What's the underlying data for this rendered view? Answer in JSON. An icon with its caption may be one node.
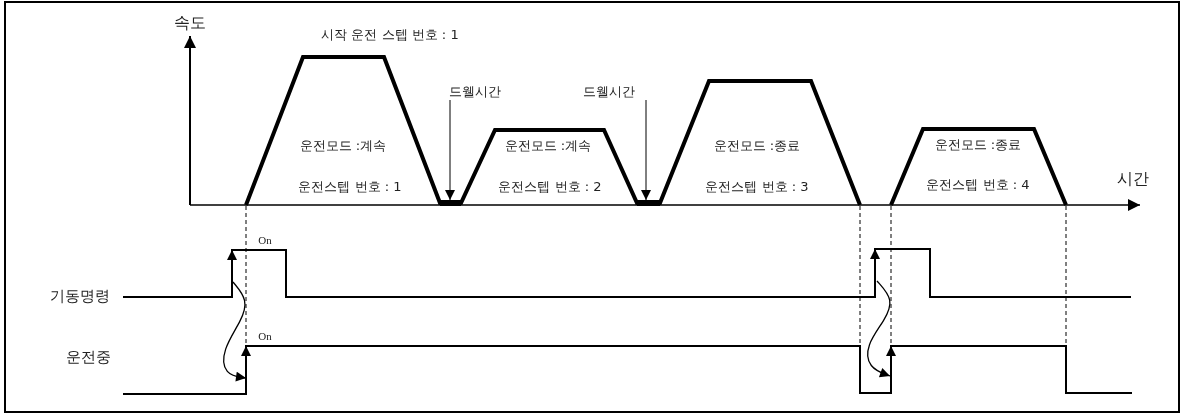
{
  "diagram": {
    "nodes": [
      {
        "text": [
          "드웰시간"
        ]
      },
      {
        "text": [],
        "shape": "bar"
      },
      {
        "text": [
          "드웰시간"
        ]
      },
      {
        "text": [],
        "shape": "bar"
      }
    ],
    "edges": [
      {
        "from": 0,
        "to": 1,
        "arrow": "to"
      },
      {
        "from": 2,
        "to": 3,
        "arrow": "to"
      }
    ],
    "labels": [
      "속도",
      "시작 운전 스텝 번호 : 1",
      "운전모드 :계속",
      "운전모드 :계속",
      "운전모드 :종료",
      "운전모드 :종료",
      "운전스텝 번호 : 1",
      "운전스텝 번호 : 2",
      "운전스텝 번호 : 3",
      "운전스텝 번호 : 4",
      "시간",
      "On",
      "기동명령",
      "On",
      "운전중"
    ]
  }
}
